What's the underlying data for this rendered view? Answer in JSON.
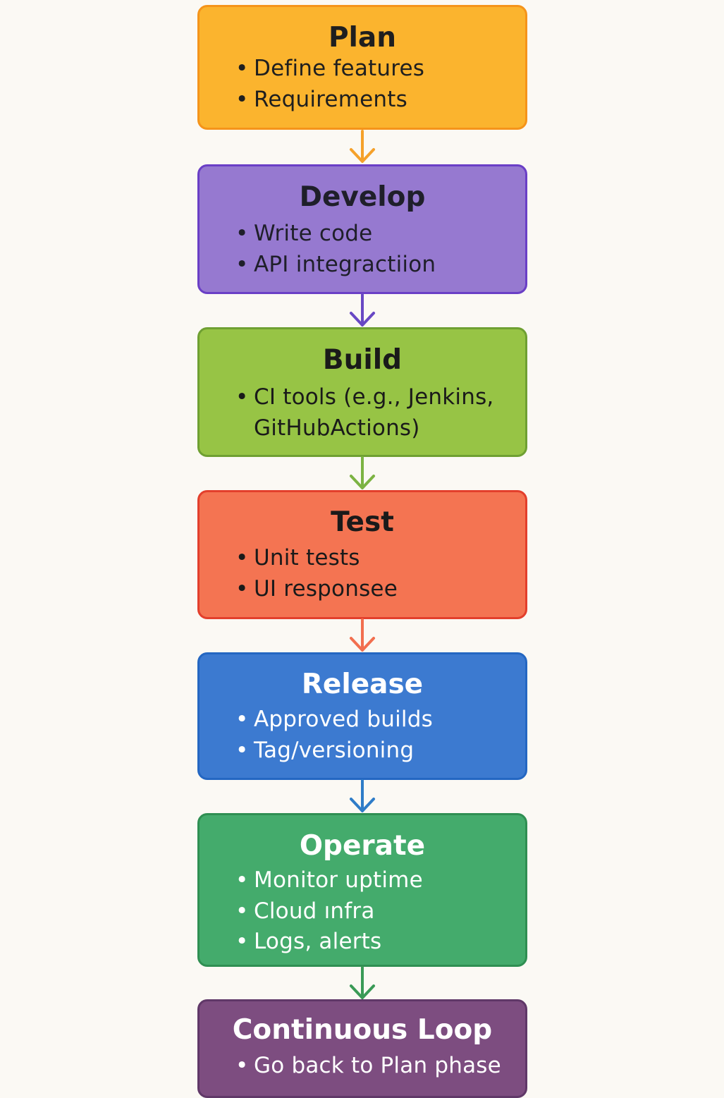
{
  "diagram": {
    "stages": [
      {
        "title": "Plan",
        "items": [
          "Define features",
          "Requirements"
        ],
        "colors": {
          "fill": "#fbb42e",
          "border": "#f5941a",
          "text": "#1f1f1f"
        }
      },
      {
        "title": "Develop",
        "items": [
          "Write code",
          "API integractiion"
        ],
        "colors": {
          "fill": "#9679d0",
          "border": "#6a3fc6",
          "text": "#1f1f2a"
        }
      },
      {
        "title": "Build",
        "items": [
          "CI tools (e.g., Jenkins, GitHubActions)"
        ],
        "colors": {
          "fill": "#97c445",
          "border": "#6fa032",
          "text": "#1a1a1a"
        }
      },
      {
        "title": "Test",
        "items": [
          "Unit tests",
          "UI responsee"
        ],
        "colors": {
          "fill": "#f47452",
          "border": "#e33f2c",
          "text": "#1a1a1a"
        }
      },
      {
        "title": "Release",
        "items": [
          "Approved builds",
          "Tag/versioning"
        ],
        "colors": {
          "fill": "#3c7ad0",
          "border": "#2467c2",
          "text": "#ffffff"
        }
      },
      {
        "title": "Operate",
        "items": [
          "Monitor uptime",
          "Cloud ınfra",
          "Logs, alerts"
        ],
        "colors": {
          "fill": "#44ab6c",
          "border": "#2f8f52",
          "text": "#ffffff"
        }
      },
      {
        "title": "Continuous Loop",
        "items": [
          "Go back to Plan phase"
        ],
        "colors": {
          "fill": "#7d4d80",
          "border": "#603868",
          "text": "#ffffff"
        }
      }
    ],
    "arrow_colors": [
      "#f5a12a",
      "#6848c4",
      "#7cb342",
      "#f26f4f",
      "#2e7cc8",
      "#3a9a56"
    ],
    "bullet_symbol": "•"
  }
}
